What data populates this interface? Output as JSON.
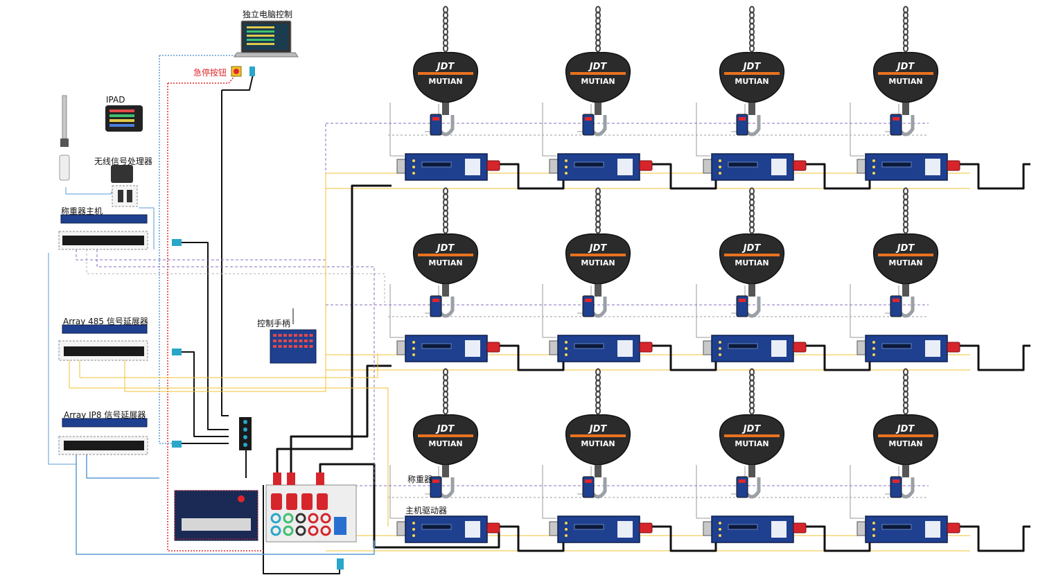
{
  "labels": {
    "pc_control": "独立电脑控制",
    "estop": "急停按钮",
    "ipad": "IPAD",
    "wireless_processor": "无线信号处理器",
    "weigher_host": "称重器主机",
    "array485": "Array 485 信号延展器",
    "controller_handle": "控制手柄",
    "arrayip8": "Array IP8 信号延展器",
    "load_cell": "称重器",
    "host_driver": "主机驱动器"
  },
  "hoist": {
    "brand_top": "JDT",
    "brand_bottom": "MUTIAN"
  },
  "colors": {
    "hoist_body": "#2b2b2b",
    "hoist_stripe": "#e8731f",
    "driver_blue": "#1f3f8f",
    "cable_black": "#111111",
    "cable_red_dotted": "#e0262a",
    "cable_blue_dotted": "#5a9bd5",
    "cable_yellow": "#f2c230",
    "cable_purple_dashed": "#8a6bbf",
    "connector_cyan": "#2aa6c9"
  }
}
